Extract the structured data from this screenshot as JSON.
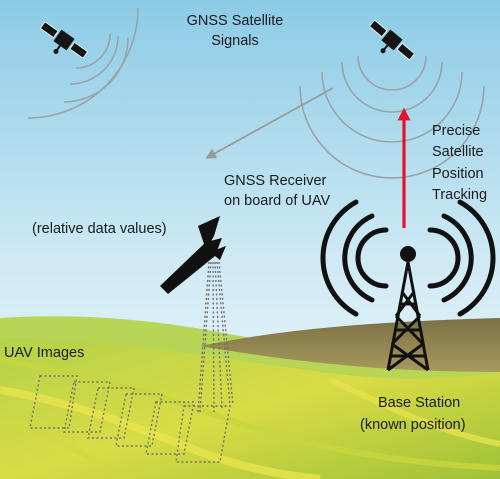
{
  "labels": {
    "gnss_signals_line1": "GNSS Satellite",
    "gnss_signals_line2": "Signals",
    "receiver_line1": "GNSS Receiver",
    "receiver_line2": "on board of UAV",
    "relative_data": "(relative data values)",
    "tracking_line1": "Precise",
    "tracking_line2": "Satellite",
    "tracking_line3": "Position",
    "tracking_line4": "Tracking",
    "uav_images": "UAV Images",
    "base_station_line1": "Base Station",
    "base_station_line2": "(known position)"
  },
  "colors": {
    "sky_top": "#8ccbe6",
    "sky_bottom": "#f2f9fb",
    "field_green": "#a7c93a",
    "field_yellow": "#e6e24a",
    "hill_brown": "#8a7a4c",
    "tracking_arrow": "#e8102a",
    "signal_arrow": "#9a9a9a",
    "dark": "#111111"
  },
  "icons": [
    "satellite-icon",
    "uav-icon",
    "tower-icon"
  ]
}
